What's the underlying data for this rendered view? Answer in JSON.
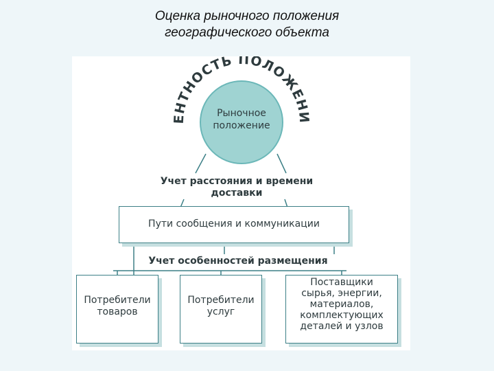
{
  "slide": {
    "title_line1": "Оценка рыночного положения",
    "title_line2": "географического объекта"
  },
  "diagram": {
    "arc_text": "РЕНТНОСТЬ ПОЛОЖЕНИЯ",
    "circle_line1": "Рыночное",
    "circle_line2": "положение",
    "label_top_line1": "Учет расстояния и времени",
    "label_top_line2": "доставки",
    "box_paths": "Пути сообщения и коммуникации",
    "label_mid": "Учет особенностей размещения",
    "box_goods_line1": "Потребители",
    "box_goods_line2": "товаров",
    "box_services_line1": "Потребители",
    "box_services_line2": "услуг",
    "box_suppliers_lines": [
      "Поставщики",
      "сырья, энергии,",
      "материалов,",
      "комплектующих",
      "деталей и узлов"
    ]
  },
  "colors": {
    "circle_fill": "#9fd3d2",
    "circle_stroke": "#6bb7b8",
    "line_color": "#3c7f86",
    "text_color": "#2e3b3e",
    "box_shadow": "#c6dfe0",
    "background": "#eef6f9"
  }
}
